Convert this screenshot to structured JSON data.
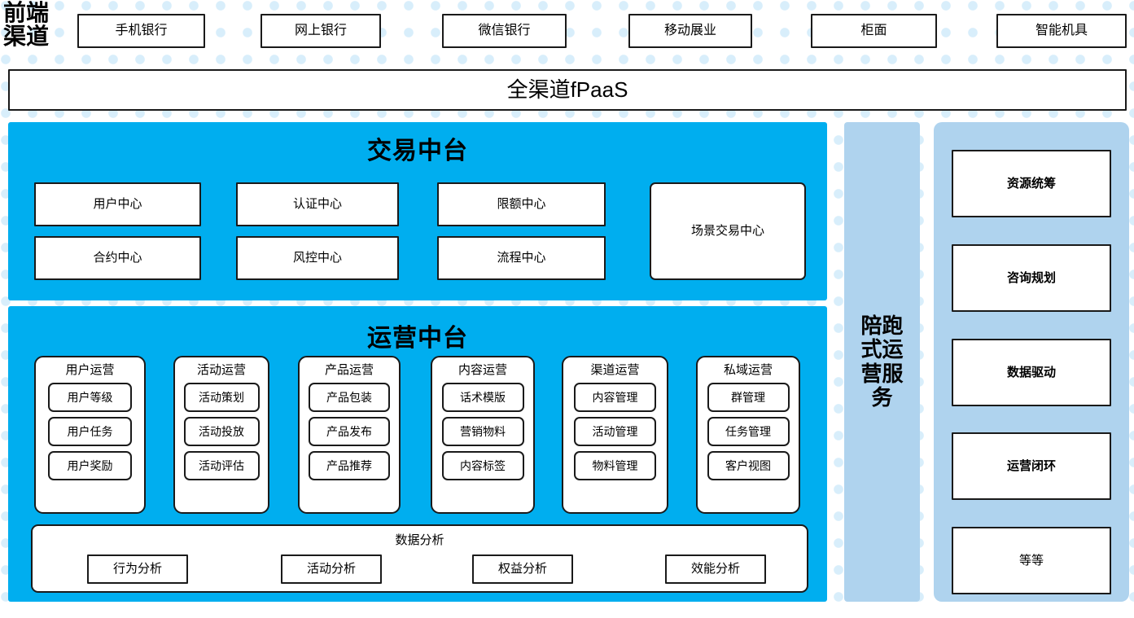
{
  "colors": {
    "cyan_panel": "#00AEEF",
    "light_blue_panel": "#AFD3EE",
    "dot_pattern": "#D8EEFB",
    "box_border": "#1A1A1A",
    "box_fill": "#FFFFFF"
  },
  "frontend": {
    "label": "前端\n渠道",
    "label_line1": "前端",
    "label_line2": "渠道",
    "channels": [
      {
        "label": "手机银行"
      },
      {
        "label": "网上银行"
      },
      {
        "label": "微信银行"
      },
      {
        "label": "移动展业"
      },
      {
        "label": "柜面"
      },
      {
        "label": "智能机具"
      }
    ]
  },
  "fpaas": {
    "label": "全渠道fPaaS"
  },
  "trade_center": {
    "title": "交易中台",
    "boxes": [
      {
        "label": "用户中心"
      },
      {
        "label": "认证中心"
      },
      {
        "label": "限额中心"
      },
      {
        "label": "合约中心"
      },
      {
        "label": "风控中心"
      },
      {
        "label": "流程中心"
      }
    ],
    "scene_box": {
      "label": "场景交易中心"
    }
  },
  "ops_center": {
    "title": "运营中台",
    "columns": [
      {
        "title": "用户运营",
        "items": [
          "用户等级",
          "用户任务",
          "用户奖励"
        ]
      },
      {
        "title": "活动运营",
        "items": [
          "活动策划",
          "活动投放",
          "活动评估"
        ]
      },
      {
        "title": "产品运营",
        "items": [
          "产品包装",
          "产品发布",
          "产品推荐"
        ]
      },
      {
        "title": "内容运营",
        "items": [
          "话术模版",
          "营销物料",
          "内容标签"
        ]
      },
      {
        "title": "渠道运营",
        "items": [
          "内容管理",
          "活动管理",
          "物料管理"
        ]
      },
      {
        "title": "私域运营",
        "items": [
          "群管理",
          "任务管理",
          "客户视图"
        ]
      }
    ],
    "data_analysis": {
      "title": "数据分析",
      "items": [
        "行为分析",
        "活动分析",
        "权益分析",
        "效能分析"
      ]
    }
  },
  "service_column": {
    "label": "陪跑式运营服务"
  },
  "capability_panel": {
    "boxes": [
      {
        "label": "资源统筹",
        "bold": true
      },
      {
        "label": "咨询规划",
        "bold": true
      },
      {
        "label": "数据驱动",
        "bold": true
      },
      {
        "label": "运营闭环",
        "bold": true
      },
      {
        "label": "等等",
        "bold": false
      }
    ]
  }
}
